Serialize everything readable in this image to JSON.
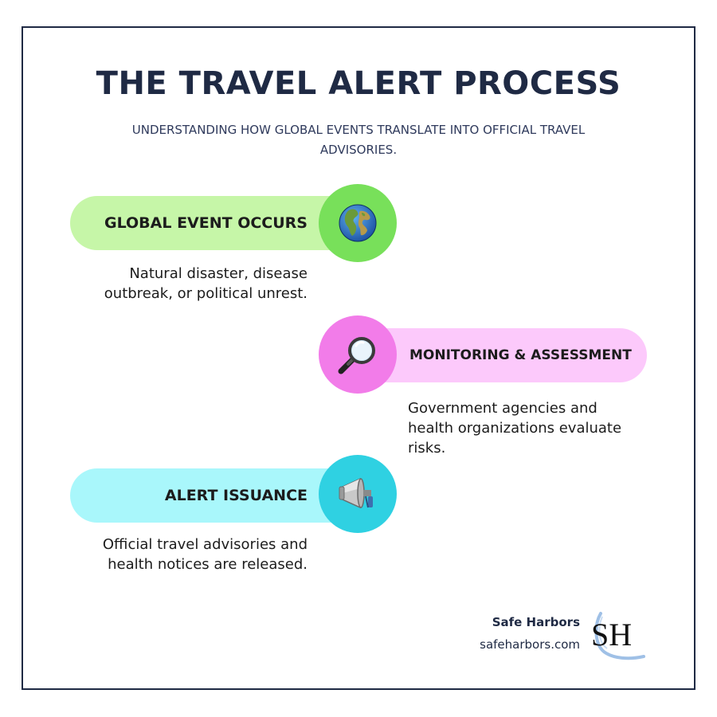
{
  "header": {
    "title": "THE TRAVEL ALERT PROCESS",
    "subtitle": "UNDERSTANDING HOW GLOBAL EVENTS TRANSLATE INTO OFFICIAL TRAVEL ADVISORIES."
  },
  "steps": [
    {
      "label": "GLOBAL EVENT OCCURS",
      "description": "Natural disaster, disease outbreak, or political unrest.",
      "icon": "globe-icon",
      "pill_color": "#c6f6a8",
      "circle_color": "#78e05a"
    },
    {
      "label": "MONITORING & ASSESSMENT",
      "description": "Government agencies and health organizations evaluate risks.",
      "icon": "magnifying-glass-icon",
      "pill_color": "#fcc9fb",
      "circle_color": "#f27ce9"
    },
    {
      "label": "ALERT ISSUANCE",
      "description": "Official travel advisories and health notices are released.",
      "icon": "megaphone-icon",
      "pill_color": "#a9f7fb",
      "circle_color": "#2fd1e2"
    }
  ],
  "footer": {
    "brand_name": "Safe Harbors",
    "brand_url": "safeharbors.com",
    "logo_text": "SH"
  },
  "colors": {
    "text_primary": "#1f2a44",
    "border": "#1f2a44"
  }
}
